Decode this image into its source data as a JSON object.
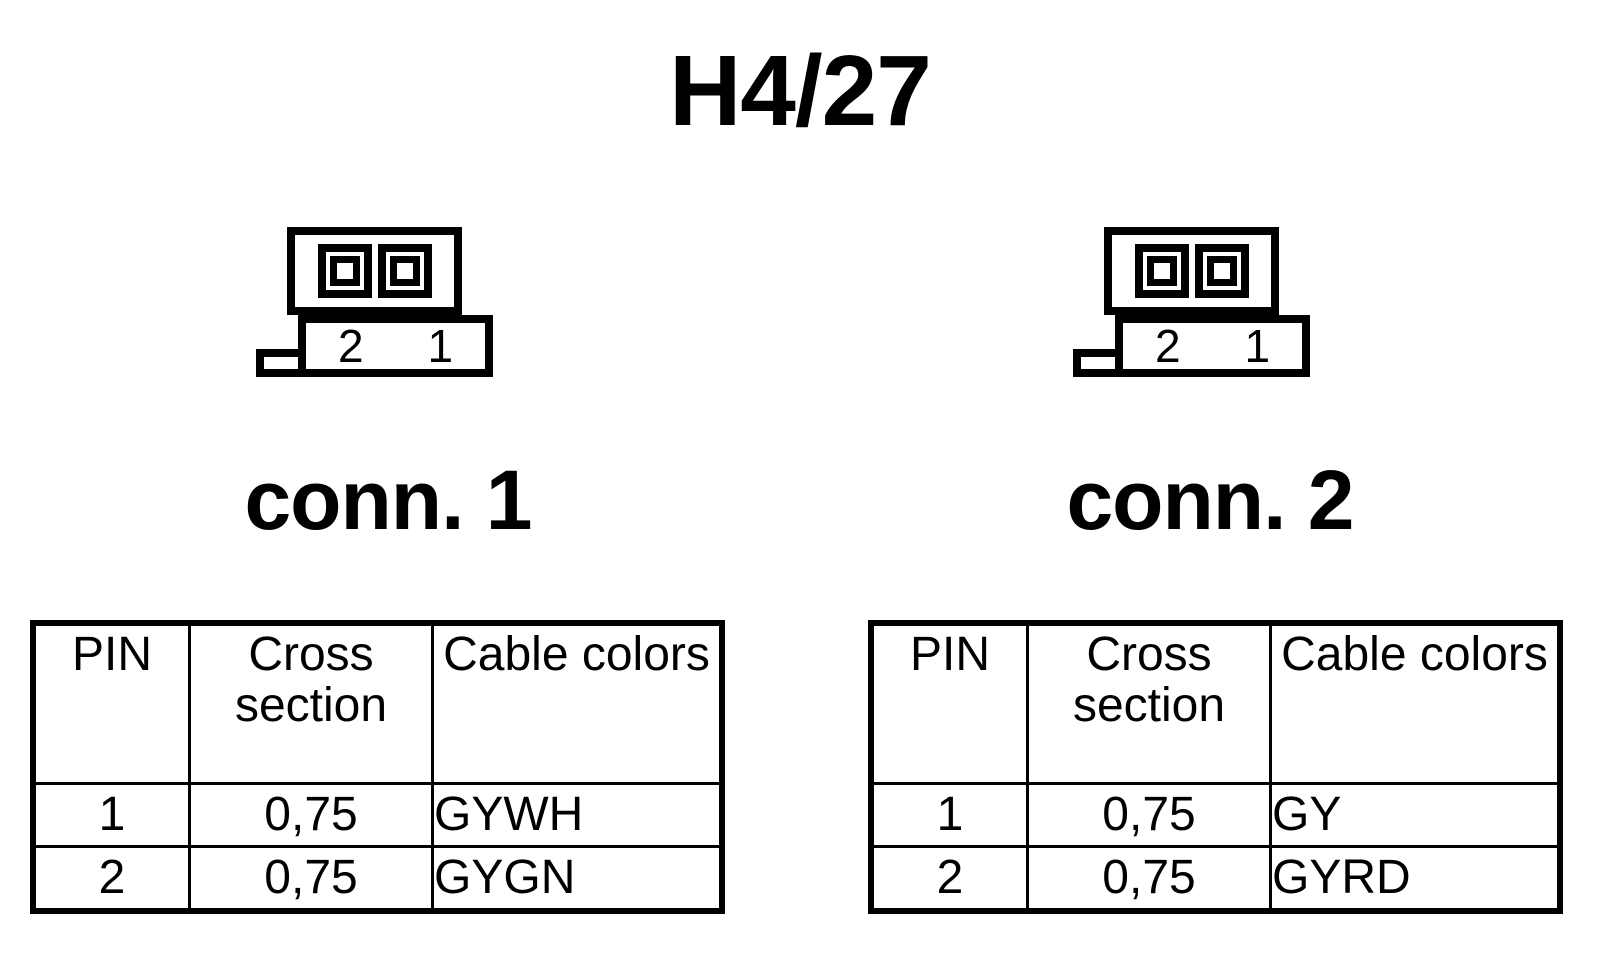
{
  "title": "H4/27",
  "connectors": [
    {
      "caption": "conn. 1",
      "symbol": {
        "pin_labels": [
          "2",
          "1"
        ],
        "pin_count": 2
      },
      "table": {
        "headers": [
          "PIN",
          "Cross section",
          "Cable colors"
        ],
        "rows": [
          {
            "pin": "1",
            "cross_section": "0,75",
            "cable_color": "GYWH"
          },
          {
            "pin": "2",
            "cross_section": "0,75",
            "cable_color": "GYGN"
          }
        ]
      }
    },
    {
      "caption": "conn. 2",
      "symbol": {
        "pin_labels": [
          "2",
          "1"
        ],
        "pin_count": 2
      },
      "table": {
        "headers": [
          "PIN",
          "Cross section",
          "Cable colors"
        ],
        "rows": [
          {
            "pin": "1",
            "cross_section": "0,75",
            "cable_color": "GY"
          },
          {
            "pin": "2",
            "cross_section": "0,75",
            "cable_color": "GYRD"
          }
        ]
      }
    }
  ],
  "colors": {
    "ink": "#000000",
    "paper": "#ffffff"
  }
}
